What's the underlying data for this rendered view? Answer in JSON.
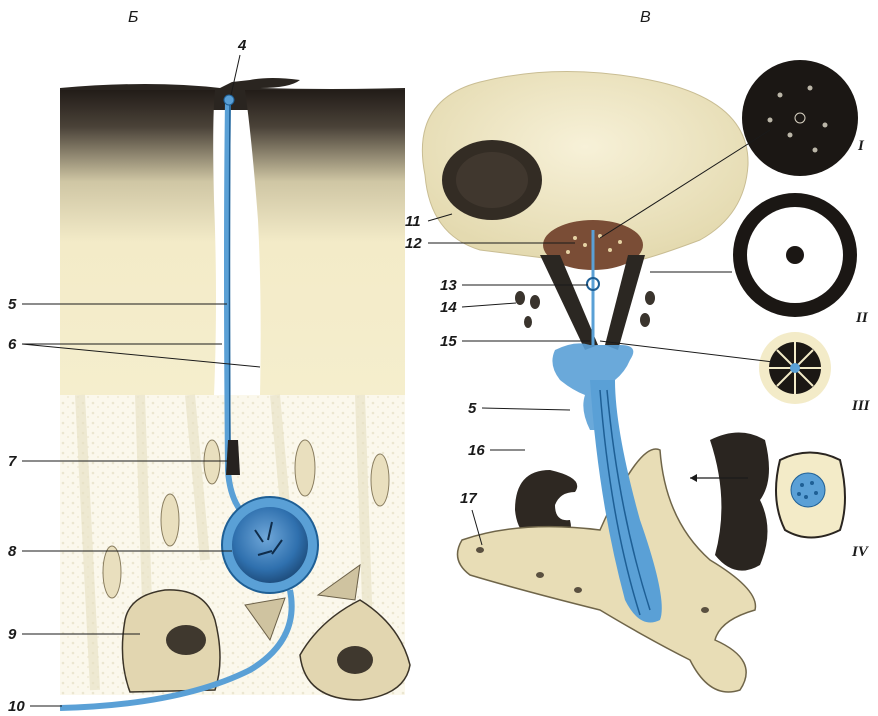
{
  "panels": {
    "left": "Б",
    "right": "В"
  },
  "labels": {
    "n4": "4",
    "n5": "5",
    "n6": "6",
    "n7": "7",
    "n8": "8",
    "n9": "9",
    "n10": "10",
    "n11": "11",
    "n12": "12",
    "n13": "13",
    "n14": "14",
    "n15": "15",
    "n5b": "5",
    "n16": "16",
    "n17": "17"
  },
  "sections": {
    "s1": "I",
    "s2": "II",
    "s3": "III",
    "s4": "IV"
  },
  "colors": {
    "dendrite_blue": "#5aa0d6",
    "dendrite_dark": "#1e5f95",
    "cytoplasm": "#f1e7c2",
    "dark_pigment": "#2a2520",
    "background": "#ffffff"
  }
}
